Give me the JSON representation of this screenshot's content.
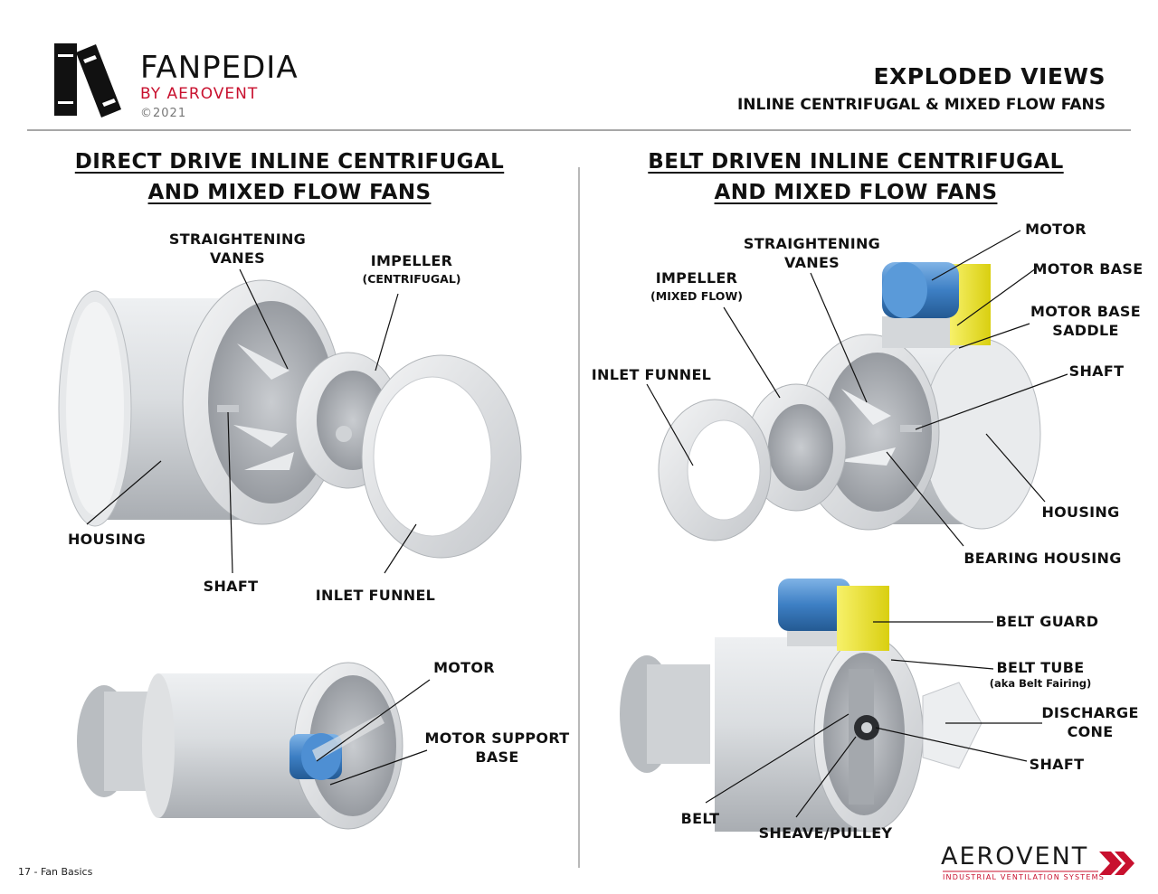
{
  "brand": {
    "name_part1": "FAN",
    "name_part2": "PEDIA",
    "by_line": "BY AEROVENT",
    "copyright": "©2021"
  },
  "header": {
    "title": "EXPLODED VIEWS",
    "subtitle": "INLINE CENTRIFUGAL & MIXED FLOW FANS"
  },
  "left_section": {
    "title_line1": "DIRECT DRIVE INLINE CENTRIFUGAL",
    "title_line2": "AND MIXED FLOW  FANS",
    "labels": {
      "straightening_vanes_1": "STRAIGHTENING",
      "straightening_vanes_2": "VANES",
      "impeller": "IMPELLER",
      "impeller_type": "(CENTRIFUGAL)",
      "housing": "HOUSING",
      "shaft": "SHAFT",
      "inlet_funnel": "INLET FUNNEL",
      "motor": "MOTOR",
      "motor_support_1": "MOTOR SUPPORT",
      "motor_support_2": "BASE"
    }
  },
  "right_section": {
    "title_line1": "BELT DRIVEN INLINE CENTRIFUGAL",
    "title_line2": "AND MIXED FLOW  FANS",
    "labels": {
      "motor": "MOTOR",
      "straightening_vanes_1": "STRAIGHTENING",
      "straightening_vanes_2": "VANES",
      "motor_base": "MOTOR BASE",
      "impeller": "IMPELLER",
      "impeller_type": "(MIXED FLOW)",
      "motor_base_saddle_1": "MOTOR BASE",
      "motor_base_saddle_2": "SADDLE",
      "inlet_funnel": "INLET FUNNEL",
      "shaft": "SHAFT",
      "housing": "HOUSING",
      "bearing_housing": "BEARING HOUSING",
      "belt_guard": "BELT GUARD",
      "belt_tube": "BELT TUBE",
      "belt_tube_aka": "(aka Belt Fairing)",
      "discharge_cone_1": "DISCHARGE",
      "discharge_cone_2": "CONE",
      "shaft_2": "SHAFT",
      "belt": "BELT",
      "sheave": "SHEAVE/PULLEY"
    }
  },
  "footer": {
    "page_label": "17 - Fan Basics",
    "logo_name": "AEROVENT",
    "logo_tagline": "INDUSTRIAL VENTILATION SYSTEMS"
  },
  "colors": {
    "brand_red": "#c8102e",
    "motor_blue": "#3d7fc4",
    "guard_yellow": "#f2ea22",
    "metal_gray": "#d9dcdf"
  }
}
